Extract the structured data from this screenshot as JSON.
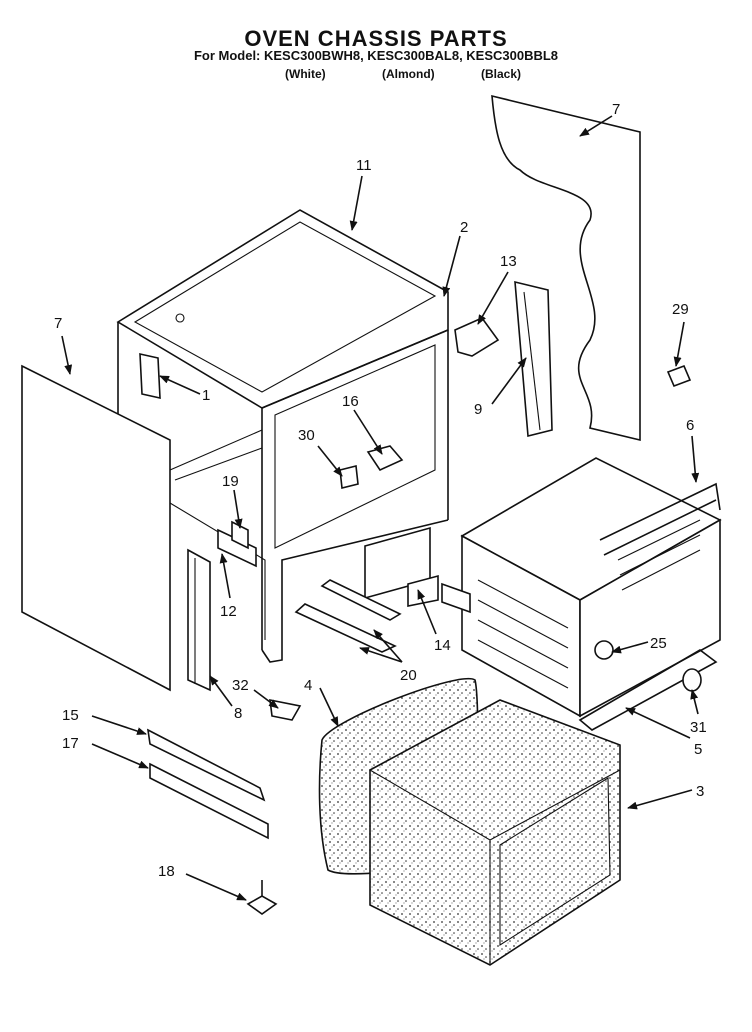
{
  "header": {
    "title": "OVEN CHASSIS PARTS",
    "model_line": "For Model: KESC300BWH8, KESC300BAL8, KESC300BBL8",
    "variants": [
      "(White)",
      "(Almond)",
      "(Black)"
    ]
  },
  "callouts": [
    "7",
    "11",
    "2",
    "13",
    "29",
    "7",
    "1",
    "16",
    "30",
    "9",
    "6",
    "19",
    "12",
    "14",
    "25",
    "20",
    "32",
    "4",
    "8",
    "31",
    "5",
    "15",
    "17",
    "3",
    "18"
  ]
}
